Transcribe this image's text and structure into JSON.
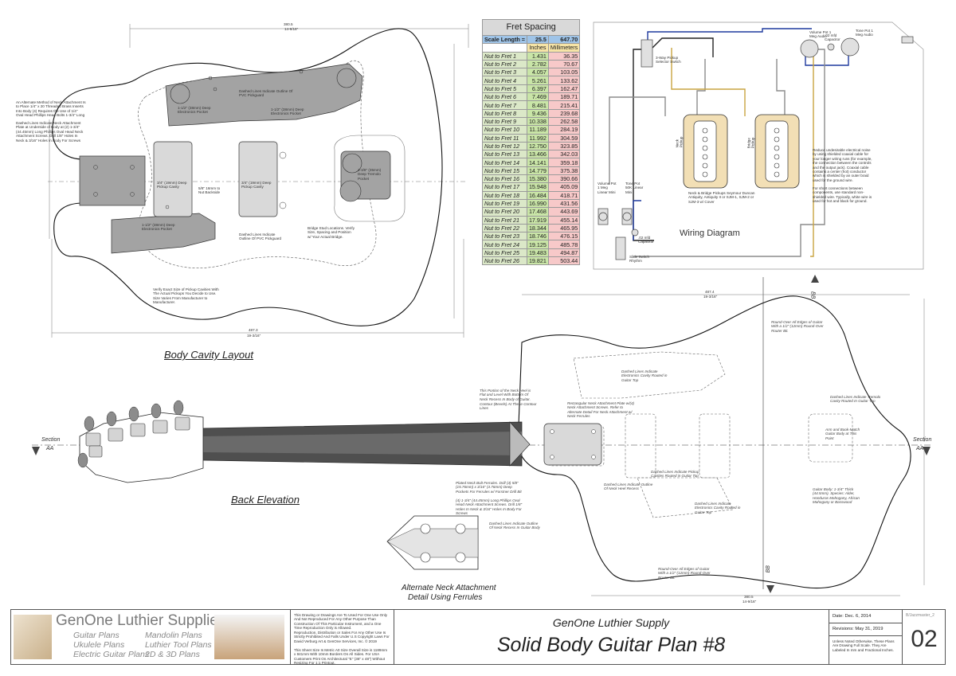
{
  "fret_table": {
    "title": "Fret Spacing",
    "scale_label": "Scale Length =",
    "scale_in": "25.5",
    "scale_mm": "647.70",
    "col_inches": "Inches",
    "col_mm": "Millimeters",
    "rows": [
      {
        "label": "Nut to Fret 1",
        "in": "1.431",
        "mm": "36.35"
      },
      {
        "label": "Nut to Fret 2",
        "in": "2.782",
        "mm": "70.67"
      },
      {
        "label": "Nut to Fret 3",
        "in": "4.057",
        "mm": "103.05"
      },
      {
        "label": "Nut to Fret 4",
        "in": "5.261",
        "mm": "133.62"
      },
      {
        "label": "Nut to Fret 5",
        "in": "6.397",
        "mm": "162.47"
      },
      {
        "label": "Nut to Fret 6",
        "in": "7.469",
        "mm": "189.71"
      },
      {
        "label": "Nut to Fret 7",
        "in": "8.481",
        "mm": "215.41"
      },
      {
        "label": "Nut to Fret 8",
        "in": "9.436",
        "mm": "239.68"
      },
      {
        "label": "Nut to Fret 9",
        "in": "10.338",
        "mm": "262.58"
      },
      {
        "label": "Nut to Fret 10",
        "in": "11.189",
        "mm": "284.19"
      },
      {
        "label": "Nut to Fret 11",
        "in": "11.992",
        "mm": "304.59"
      },
      {
        "label": "Nut to Fret 12",
        "in": "12.750",
        "mm": "323.85"
      },
      {
        "label": "Nut to Fret 13",
        "in": "13.466",
        "mm": "342.03"
      },
      {
        "label": "Nut to Fret 14",
        "in": "14.141",
        "mm": "359.18"
      },
      {
        "label": "Nut to Fret 15",
        "in": "14.779",
        "mm": "375.38"
      },
      {
        "label": "Nut to Fret 16",
        "in": "15.380",
        "mm": "390.66"
      },
      {
        "label": "Nut to Fret 17",
        "in": "15.948",
        "mm": "405.09"
      },
      {
        "label": "Nut to Fret 18",
        "in": "16.484",
        "mm": "418.71"
      },
      {
        "label": "Nut to Fret 19",
        "in": "16.990",
        "mm": "431.56"
      },
      {
        "label": "Nut to Fret 20",
        "in": "17.468",
        "mm": "443.69"
      },
      {
        "label": "Nut to Fret 21",
        "in": "17.919",
        "mm": "455.14"
      },
      {
        "label": "Nut to Fret 22",
        "in": "18.344",
        "mm": "465.95"
      },
      {
        "label": "Nut to Fret 23",
        "in": "18.746",
        "mm": "476.15"
      },
      {
        "label": "Nut to Fret 24",
        "in": "19.125",
        "mm": "485.78"
      },
      {
        "label": "Nut to Fret 25",
        "in": "19.483",
        "mm": "494.87"
      },
      {
        "label": "Nut to Fret 26",
        "in": "19.821",
        "mm": "503.44"
      }
    ]
  },
  "captions": {
    "body_cavity": "Body Cavity Layout",
    "back_elevation": "Back Elevation",
    "wiring": "Wiring Diagram",
    "neck_detail_1": "Alternate Neck Attachment",
    "neck_detail_2": "Detail Using Ferrules"
  },
  "cavity_notes": {
    "left_alt": "An Alternate Method of Neck Attachment Is to Place 1/4\" x 20 Threaded Brass Inserts Into Body (4) Requires the Use of 1/4\" Oval Head Phillips Head Bolts 1-3/4\" Long",
    "left_dashed": "Dashed Lines Indicate Neck Attachment Plate at Underside of Body at (2) 1-3/4\" (44.45mm) Long Phillips Oval Head Neck Attachment Screws. Drill 1/8\" Holes In Neck & 3/16\" Holes In Body For Screws",
    "pickguard_top": "Dashed Lines Indicate Outline Of PVC Pickguard",
    "pocket_38": "1-1/2\" (38mm) Deep Electronics Pocket",
    "pocket_38b": "1-1/2\" (38mm) Deep Electronics Pocket",
    "pickup_19a": "3/4\" (19mm) Deep Pickup Cavity",
    "pickup_19b": "3/4\" (19mm) Deep Pickup Cavity",
    "backside": "5/8\" 16mm to Nut Backside",
    "tremolo_pocket": "1-3/8\" (35mm) Deep Tremolo Pocket",
    "pocket_bottom": "1-1/2\" (38mm) Deep Electronics Pocket",
    "pickguard_bottom": "Dashed Lines Indicate Outline Of PVC Pickguard",
    "bridge_stud": "Bridge Stud Locations. Verify Size, Spacing and Position w/ Your Actual Bridge.",
    "verify": "Verify Exact Size of Pickup Cavities With The Actual Pickups You Decide to Use. Size Varies From Manufacturer to Manufacturer.",
    "overall_len": "487.3",
    "overall_len_in": "19-3/16\"",
    "overall_w": "380.5",
    "overall_w_in": "14-9/16\""
  },
  "back_notes": {
    "neck_heel": "This Portion of the Neck Heel is Flat and Level With Bottom Of Neck Recess In Body of Guitar.",
    "contour": "Contour (Bevels) At These Contour Lines",
    "neck_plate": "Rectangular Neck Attachment Plate w/(4) Neck Attachment Screws. Refer to Alternate Detail For Neck Attachment w/ Neck Ferrules",
    "electronics_top": "Dashed Lines Indicate Electronics Cavity Routed in Guitar Top",
    "tremolo_cavity": "Dashed Lines Indicate Tremolo Cavity Routed In Guitar Top",
    "roundover_top": "Round-Over All Edges of Guitar With a 1/2\" (12mm) Round-Over Router Bit.",
    "arm_bevel": "Arm and Book-Match Guitar Body at This Point",
    "pickup_cavities": "Dashed Lines Indicate Pickup Cavities Routed in Guitar Top",
    "neck_recess": "Dashed Lines Indicate Outline Of Neck Heel Recess",
    "electronics_bottom": "Dashed Lines Indicate Electronics Cavity Routed in Guitar Top",
    "body_thick": "Guitar Body: 1-3/4\" Thick (44.5mm). Species: Alder, Honduras Mahogany, African Mahogany or Basswood",
    "roundover_bottom": "Round-Over All Edges of Guitar With a 1/2\" (12mm) Round-Over Router Bit.",
    "ferrules": "Plated Neck Bolt Ferrules. Drill (4) 5/8\" (15.76mm) x 3/16\" (4.76mm) Deep Pockets For Ferrules w/ Forstner Drill Bit",
    "ferrule_screws": "(4) 1-3/4\" (44.45mm) Long Phillips Oval Head Neck Attachment Screws. Drill 1/8\" Holes In Neck & 3/16\" Holes In Body For Screws",
    "ferrule_outline": "Dashed Lines Indicate Outline Of Neck Recess In Guitar Body",
    "section": "Section",
    "aa": "AA",
    "bb": "BB",
    "len": "487.4",
    "len_in": "19-3/16\"",
    "w": "380.5",
    "w_in": "14-9/16\""
  },
  "wiring": {
    "vol_top": "Volume Pot 1 Meg Audio",
    "tone_top": "Tone Pot 1 Meg Audio",
    "cap_top": ".02 mfd Capacitor",
    "switch3": "3-Way Pickup Selector Switch",
    "neck_pu": "Neck Pickup",
    "bridge_pu": "Bridge Pickup",
    "pickups": "Neck & Bridge Pickups Seymour Duncan Antiquity, Antiquity II or SJM-1, SJM-2 or SJM-3 w/ Cover",
    "vol_bottom": "Volume Pot 1 Meg Linear Mini",
    "tone_bottom": "Tone Pot 50K Linear Mini",
    "cap_bottom": ".02 mfd Capacitor",
    "slide": "Slide Switch Rhythm",
    "noise_note": "Reduce undesirable electrical noise by using shielded coaxial cable for your longer wiring runs (for example, the connection between the controls and the output jack). Coaxial cable contains a center (hot) conductor which is shielded by an outer braid used for the ground wire.",
    "short_note": "For short connections between components, use standard non-shielded wire. Typically, white wire is used for hot and black for ground."
  },
  "title_block": {
    "company": "GenOne Luthier Supplies",
    "product_col1": [
      "Guitar Plans",
      "Ukulele Plans",
      "Electric Guitar Plans"
    ],
    "product_col2": [
      "Mandolin Plans",
      "Luthier Tool Plans",
      "2D & 3D Plans"
    ],
    "legal_1": "This Drawing or Drawings Are To Used For One Use Only And Not Reproduced For Any Other Purpose Than Construction Of This Particular Instrument, and a One Time Reproduction Only is Allowed.",
    "legal_2": "Reproduction, Distribution or Sales For Any Other Use Is Strictly Prohibited And Falls Under U.S Copyright Laws For David Verburg Art & GenOne Services, Inc. © 2019",
    "legal_3": "This Sheet Size Is Metric A0 Size Overall Size is 1189mm x 841mm With 10mm Borders On All Sides. For USA Customers Print On Architectural \"E\" (36\" x 48\") Without Resizing For 1:1 Printout.",
    "supplier": "GenOne Luthier Supply",
    "plan_title": "Solid Body Guitar Plan #8",
    "date": "Date: Dec. 6, 2014",
    "revision": "Revisions: May 31, 2019",
    "units_note": "Unless Noted Otherwise, These Plans Are Drawing Full Scale. They Are Labeled In mm and Fractional Inches.",
    "file_ref": "B/Jazzmaster_2",
    "sheet_no": "02"
  },
  "colors": {
    "cavity_fill": "#a3a3a3",
    "pickup_fill": "#d9d9d9",
    "pickup_body": "#f2dfb5",
    "wire_blue": "#1f3a9e",
    "wire_yellow": "#c9a440",
    "wire_gray": "#8c8c8c",
    "scale_header": "#9fc4e8",
    "inches_fill": "#c9e5a7",
    "mm_fill": "#f7c9c9"
  }
}
